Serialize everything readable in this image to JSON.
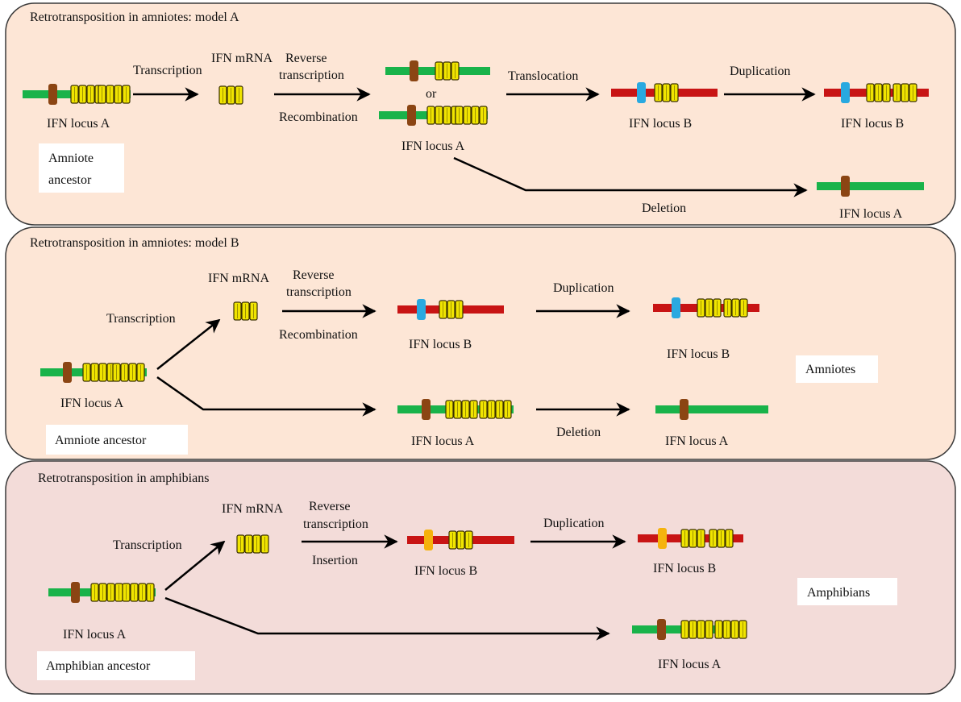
{
  "colors": {
    "panel_bg_1": "#fde6d6",
    "panel_bg_2": "#fde6d6",
    "panel_bg_3": "#f3dcd9",
    "panel_border": "#3a3a3a",
    "green_chromosome": "#19b34a",
    "red_chromosome": "#c81414",
    "brown_marker": "#8b4513",
    "blue_marker": "#29a9e0",
    "orange_marker": "#f5b30d",
    "exon_fill": "#f0e400",
    "exon_stroke": "#3a3000",
    "arrow": "#000000"
  },
  "panels": [
    {
      "title": "Retrotransposition  in  amniotes:  model  A",
      "box_label": [
        "Amniote",
        "ancestor"
      ],
      "labels": {
        "locus_a_1": "IFN locus A",
        "transcription": "Transcription",
        "mrna": "IFN mRNA",
        "reverse": "Reverse",
        "transcription2": "transcription",
        "recombination": "Recombination",
        "or": "or",
        "locus_a_2": "IFN locus A",
        "translocation": "Translocation",
        "locus_b_1": "IFN locus B",
        "duplication": "Duplication",
        "locus_b_2": "IFN locus B",
        "deletion": "Deletion",
        "locus_a_3": "IFN locus A"
      }
    },
    {
      "title": "Retrotransposition  in  amniotes:  model  B",
      "box_label": "Amniote  ancestor",
      "side_label": "Amniotes",
      "labels": {
        "transcription": "Transcription",
        "mrna": "IFN mRNA",
        "reverse": "Reverse",
        "transcription2": "transcription",
        "recombination": "Recombination",
        "locus_a_1": "IFN locus A",
        "locus_b_1": "IFN locus B",
        "duplication": "Duplication",
        "locus_b_2": "IFN locus B",
        "locus_a_2": "IFN locus A",
        "deletion": "Deletion",
        "locus_a_3": "IFN locus A"
      }
    },
    {
      "title": "Retrotransposition  in  amphibians",
      "box_label": "Amphibian  ancestor",
      "side_label": "Amphibians",
      "labels": {
        "transcription": "Transcription",
        "mrna": "IFN mRNA",
        "reverse": "Reverse",
        "transcription2": "transcription",
        "insertion": "Insertion",
        "locus_a_1": "IFN locus A",
        "locus_b_1": "IFN locus B",
        "duplication": "Duplication",
        "locus_b_2": "IFN locus B",
        "locus_a_2": "IFN locus A"
      }
    }
  ]
}
